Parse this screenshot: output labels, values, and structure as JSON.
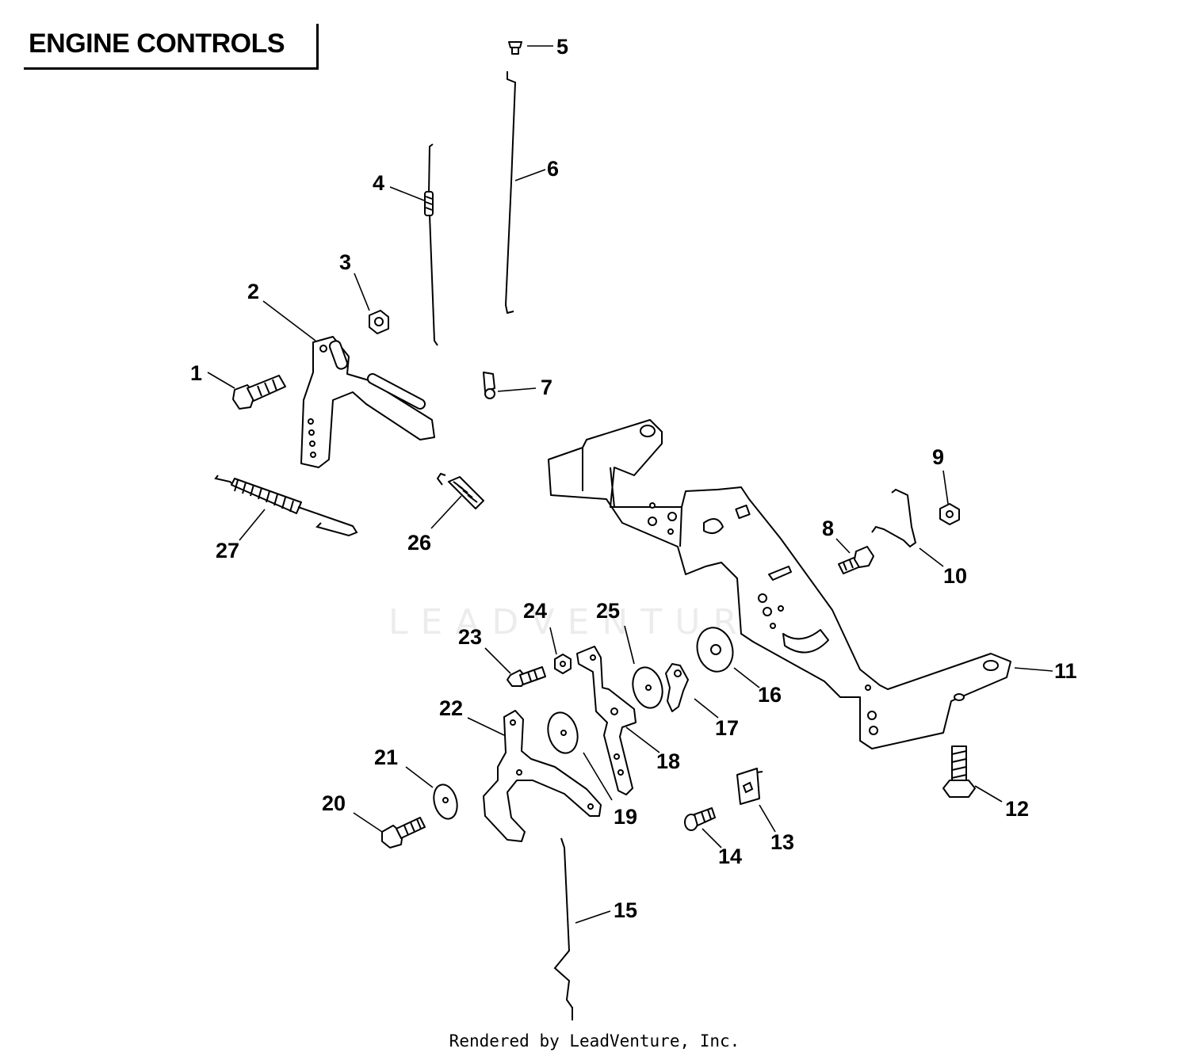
{
  "header": {
    "title": "ENGINE CONTROLS"
  },
  "footer": {
    "credit": "Rendered by LeadVenture, Inc."
  },
  "watermark": {
    "text": "LEADVENTURE"
  },
  "callouts": [
    {
      "label": "1",
      "part": "bolt"
    },
    {
      "label": "2",
      "part": "control-bracket"
    },
    {
      "label": "3",
      "part": "nut"
    },
    {
      "label": "4",
      "part": "choke-link"
    },
    {
      "label": "5",
      "part": "clip"
    },
    {
      "label": "6",
      "part": "throttle-link"
    },
    {
      "label": "7",
      "part": "clip"
    },
    {
      "label": "8",
      "part": "bolt"
    },
    {
      "label": "9",
      "part": "nut"
    },
    {
      "label": "10",
      "part": "spring"
    },
    {
      "label": "11",
      "part": "control-panel-bracket"
    },
    {
      "label": "12",
      "part": "bolt"
    },
    {
      "label": "13",
      "part": "clip"
    },
    {
      "label": "14",
      "part": "screw"
    },
    {
      "label": "15",
      "part": "link"
    },
    {
      "label": "16",
      "part": "washer"
    },
    {
      "label": "17",
      "part": "lever"
    },
    {
      "label": "18",
      "part": "lever"
    },
    {
      "label": "19",
      "part": "washer"
    },
    {
      "label": "20",
      "part": "bolt"
    },
    {
      "label": "21",
      "part": "washer"
    },
    {
      "label": "22",
      "part": "lever"
    },
    {
      "label": "23",
      "part": "screw"
    },
    {
      "label": "24",
      "part": "nut"
    },
    {
      "label": "25",
      "part": "washer"
    },
    {
      "label": "26",
      "part": "spring"
    },
    {
      "label": "27",
      "part": "governor-spring"
    }
  ],
  "icons": [
    "bolt-icon",
    "nut-icon",
    "washer-icon",
    "spring-icon",
    "bracket-icon",
    "link-rod-icon",
    "clip-icon"
  ]
}
